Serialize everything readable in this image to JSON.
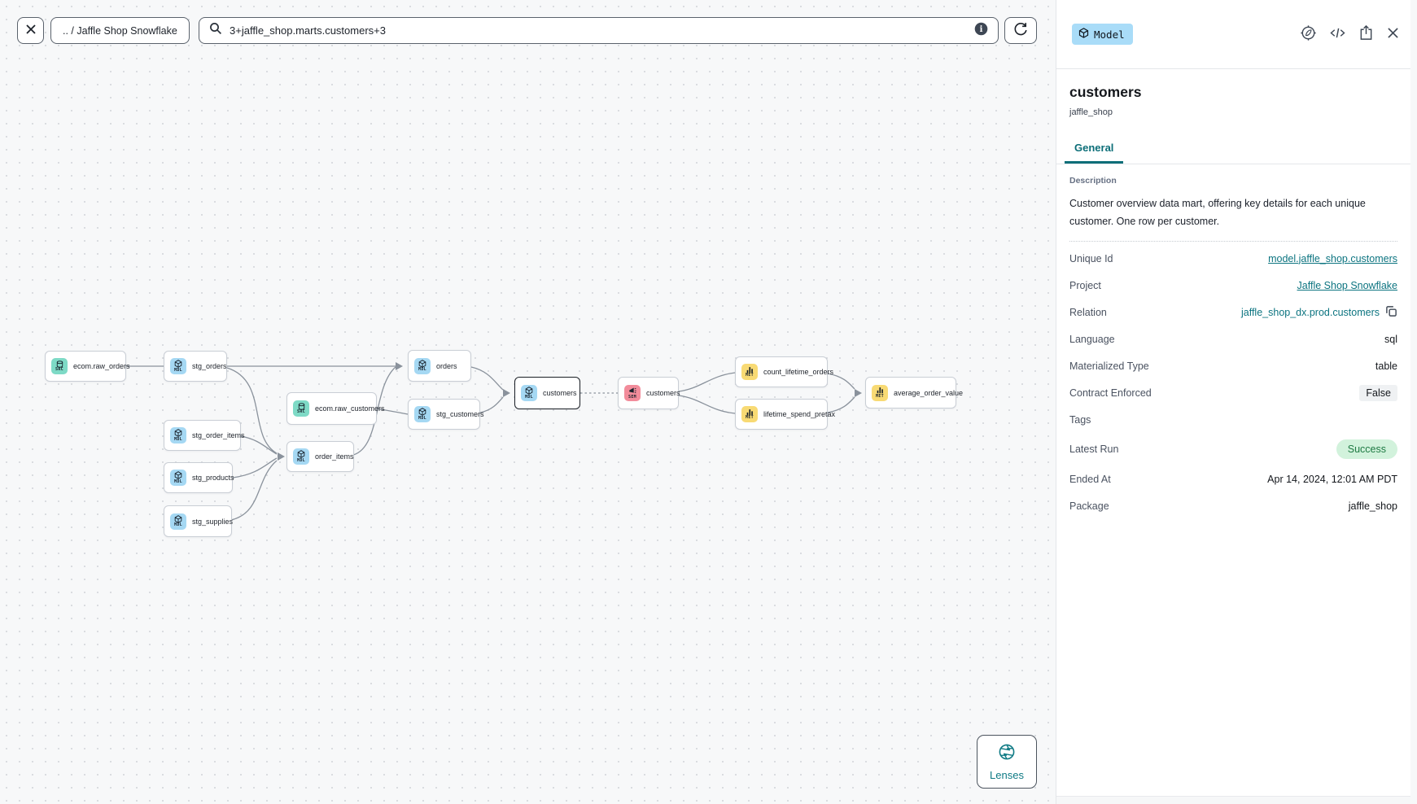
{
  "toolbar": {
    "breadcrumb": ".. / Jaffle Shop Snowflake",
    "search_value": "3+jaffle_shop.marts.customers+3"
  },
  "canvas": {
    "lenses_label": "Lenses"
  },
  "graph": {
    "nodes": [
      {
        "label": "ecom.raw_orders",
        "type": "source",
        "type_label": "SRC"
      },
      {
        "label": "stg_orders",
        "type": "model",
        "type_label": "MDL"
      },
      {
        "label": "ecom.raw_customers",
        "type": "source",
        "type_label": "SRC"
      },
      {
        "label": "stg_order_items",
        "type": "model",
        "type_label": "MDL"
      },
      {
        "label": "stg_products",
        "type": "model",
        "type_label": "MDL"
      },
      {
        "label": "stg_supplies",
        "type": "model",
        "type_label": "MDL"
      },
      {
        "label": "order_items",
        "type": "model",
        "type_label": "MDL"
      },
      {
        "label": "orders",
        "type": "model",
        "type_label": "MDL"
      },
      {
        "label": "stg_customers",
        "type": "model",
        "type_label": "MDL"
      },
      {
        "label": "customers",
        "type": "model",
        "type_label": "MDL",
        "selected": true
      },
      {
        "label": "customers",
        "type": "semantic_model",
        "type_label": "SEM"
      },
      {
        "label": "count_lifetime_orders",
        "type": "metric",
        "type_label": "MET"
      },
      {
        "label": "lifetime_spend_pretax",
        "type": "metric",
        "type_label": "MET"
      },
      {
        "label": "average_order_value",
        "type": "metric",
        "type_label": "MET"
      }
    ]
  },
  "panel": {
    "resource_badge": "Model",
    "title": "customers",
    "subtitle": "jaffle_shop",
    "tab_general": "General",
    "description_label": "Description",
    "description": "Customer overview data mart, offering key details for each unique customer. One row per customer.",
    "fields": {
      "unique_id": {
        "label": "Unique Id",
        "value": "model.jaffle_shop.customers"
      },
      "project": {
        "label": "Project",
        "value": "Jaffle Shop Snowflake"
      },
      "relation": {
        "label": "Relation",
        "value": "jaffle_shop_dx.prod.customers"
      },
      "language": {
        "label": "Language",
        "value": "sql"
      },
      "materialized_type": {
        "label": "Materialized Type",
        "value": "table"
      },
      "contract_enforced": {
        "label": "Contract Enforced",
        "value": "False"
      },
      "tags": {
        "label": "Tags",
        "value": ""
      },
      "latest_run": {
        "label": "Latest Run",
        "value": "Success"
      },
      "ended_at": {
        "label": "Ended At",
        "value": "Apr 14, 2024, 12:01 AM PDT"
      },
      "package": {
        "label": "Package",
        "value": "jaffle_shop"
      }
    },
    "colors": {
      "accent_teal": "#0c6e78",
      "model_badge_blue": "#a9dcf8",
      "success_bg": "#d2f2dc",
      "success_text": "#1f7a43",
      "source_icon": "#7edac6",
      "model_icon": "#a5d8f3",
      "metric_icon": "#f8da74",
      "semantic_icon": "#f28c9b"
    }
  }
}
